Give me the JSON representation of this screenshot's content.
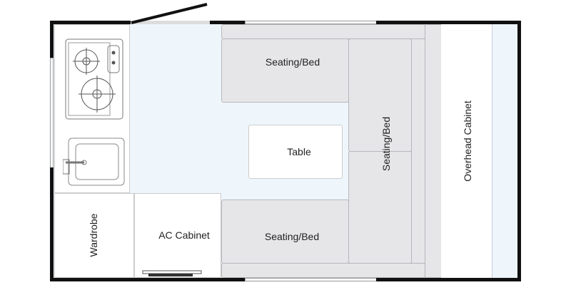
{
  "labels": {
    "seating_top": "Seating/Bed",
    "seating_right": "Seating/Bed",
    "seating_bottom": "Seating/Bed",
    "table": "Table",
    "wardrobe": "Wardrobe",
    "ac_cabinet": "AC Cabinet",
    "overhead_cabinet": "Overhead Cabinet"
  },
  "colors": {
    "wall": "#111111",
    "floor": "#eef6fc",
    "furniture": "#e6e6e9"
  }
}
